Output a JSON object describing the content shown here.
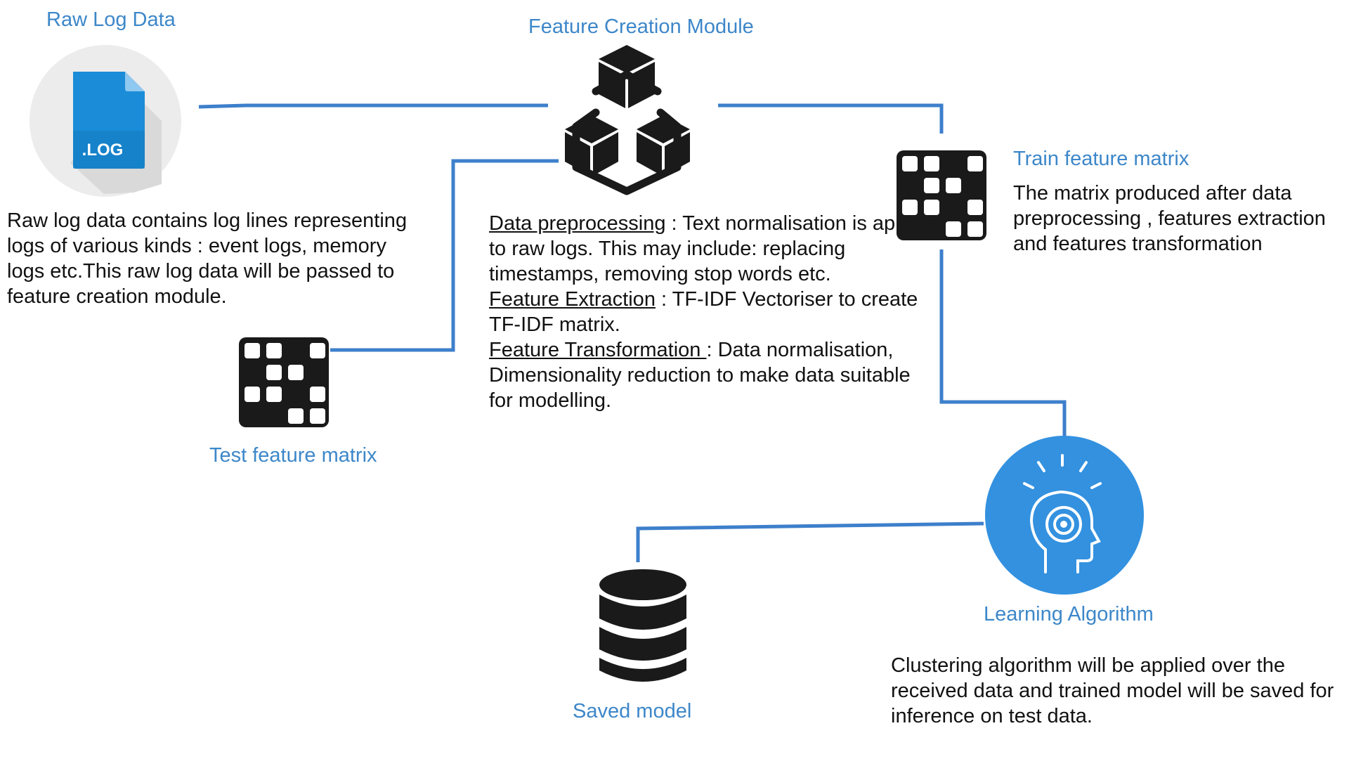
{
  "colors": {
    "accent": "#3d87c9",
    "connector": "#3d7fcb",
    "icon_dark": "#1a1a1a",
    "algo_circle": "#3391e0",
    "file_icon": "#1b8cd8"
  },
  "raw_log": {
    "title": "Raw Log Data",
    "file_label": ".LOG",
    "description": "Raw log data contains log lines representing logs of various kinds : event logs, memory logs etc.This raw log data will be passed to feature creation module."
  },
  "feature_module": {
    "title": "Feature Creation Module",
    "icon": "network-cubes-icon",
    "steps": [
      {
        "name": "Data preprocessing",
        "sep": " : ",
        "text": "Text normalisation is applied to raw logs. This may include: replacing timestamps, removing stop words etc."
      },
      {
        "name": "Feature Extraction",
        "sep": " : ",
        "text": "TF-IDF Vectoriser to create TF-IDF matrix."
      },
      {
        "name": "Feature Transformation ",
        "sep": ": ",
        "text": "Data normalisation, Dimensionality reduction to make data suitable for modelling."
      }
    ]
  },
  "train_matrix": {
    "title": "Train feature matrix",
    "icon": "matrix-icon",
    "description": "The matrix produced after data preprocessing , features extraction and features transformation"
  },
  "test_matrix": {
    "title": "Test feature matrix",
    "icon": "matrix-icon"
  },
  "learning_algorithm": {
    "title": "Learning Algorithm",
    "icon": "head-target-icon",
    "description": "Clustering algorithm will be applied over the received data and trained model will be saved for inference on test data."
  },
  "saved_model": {
    "title": "Saved model",
    "icon": "database-icon"
  }
}
